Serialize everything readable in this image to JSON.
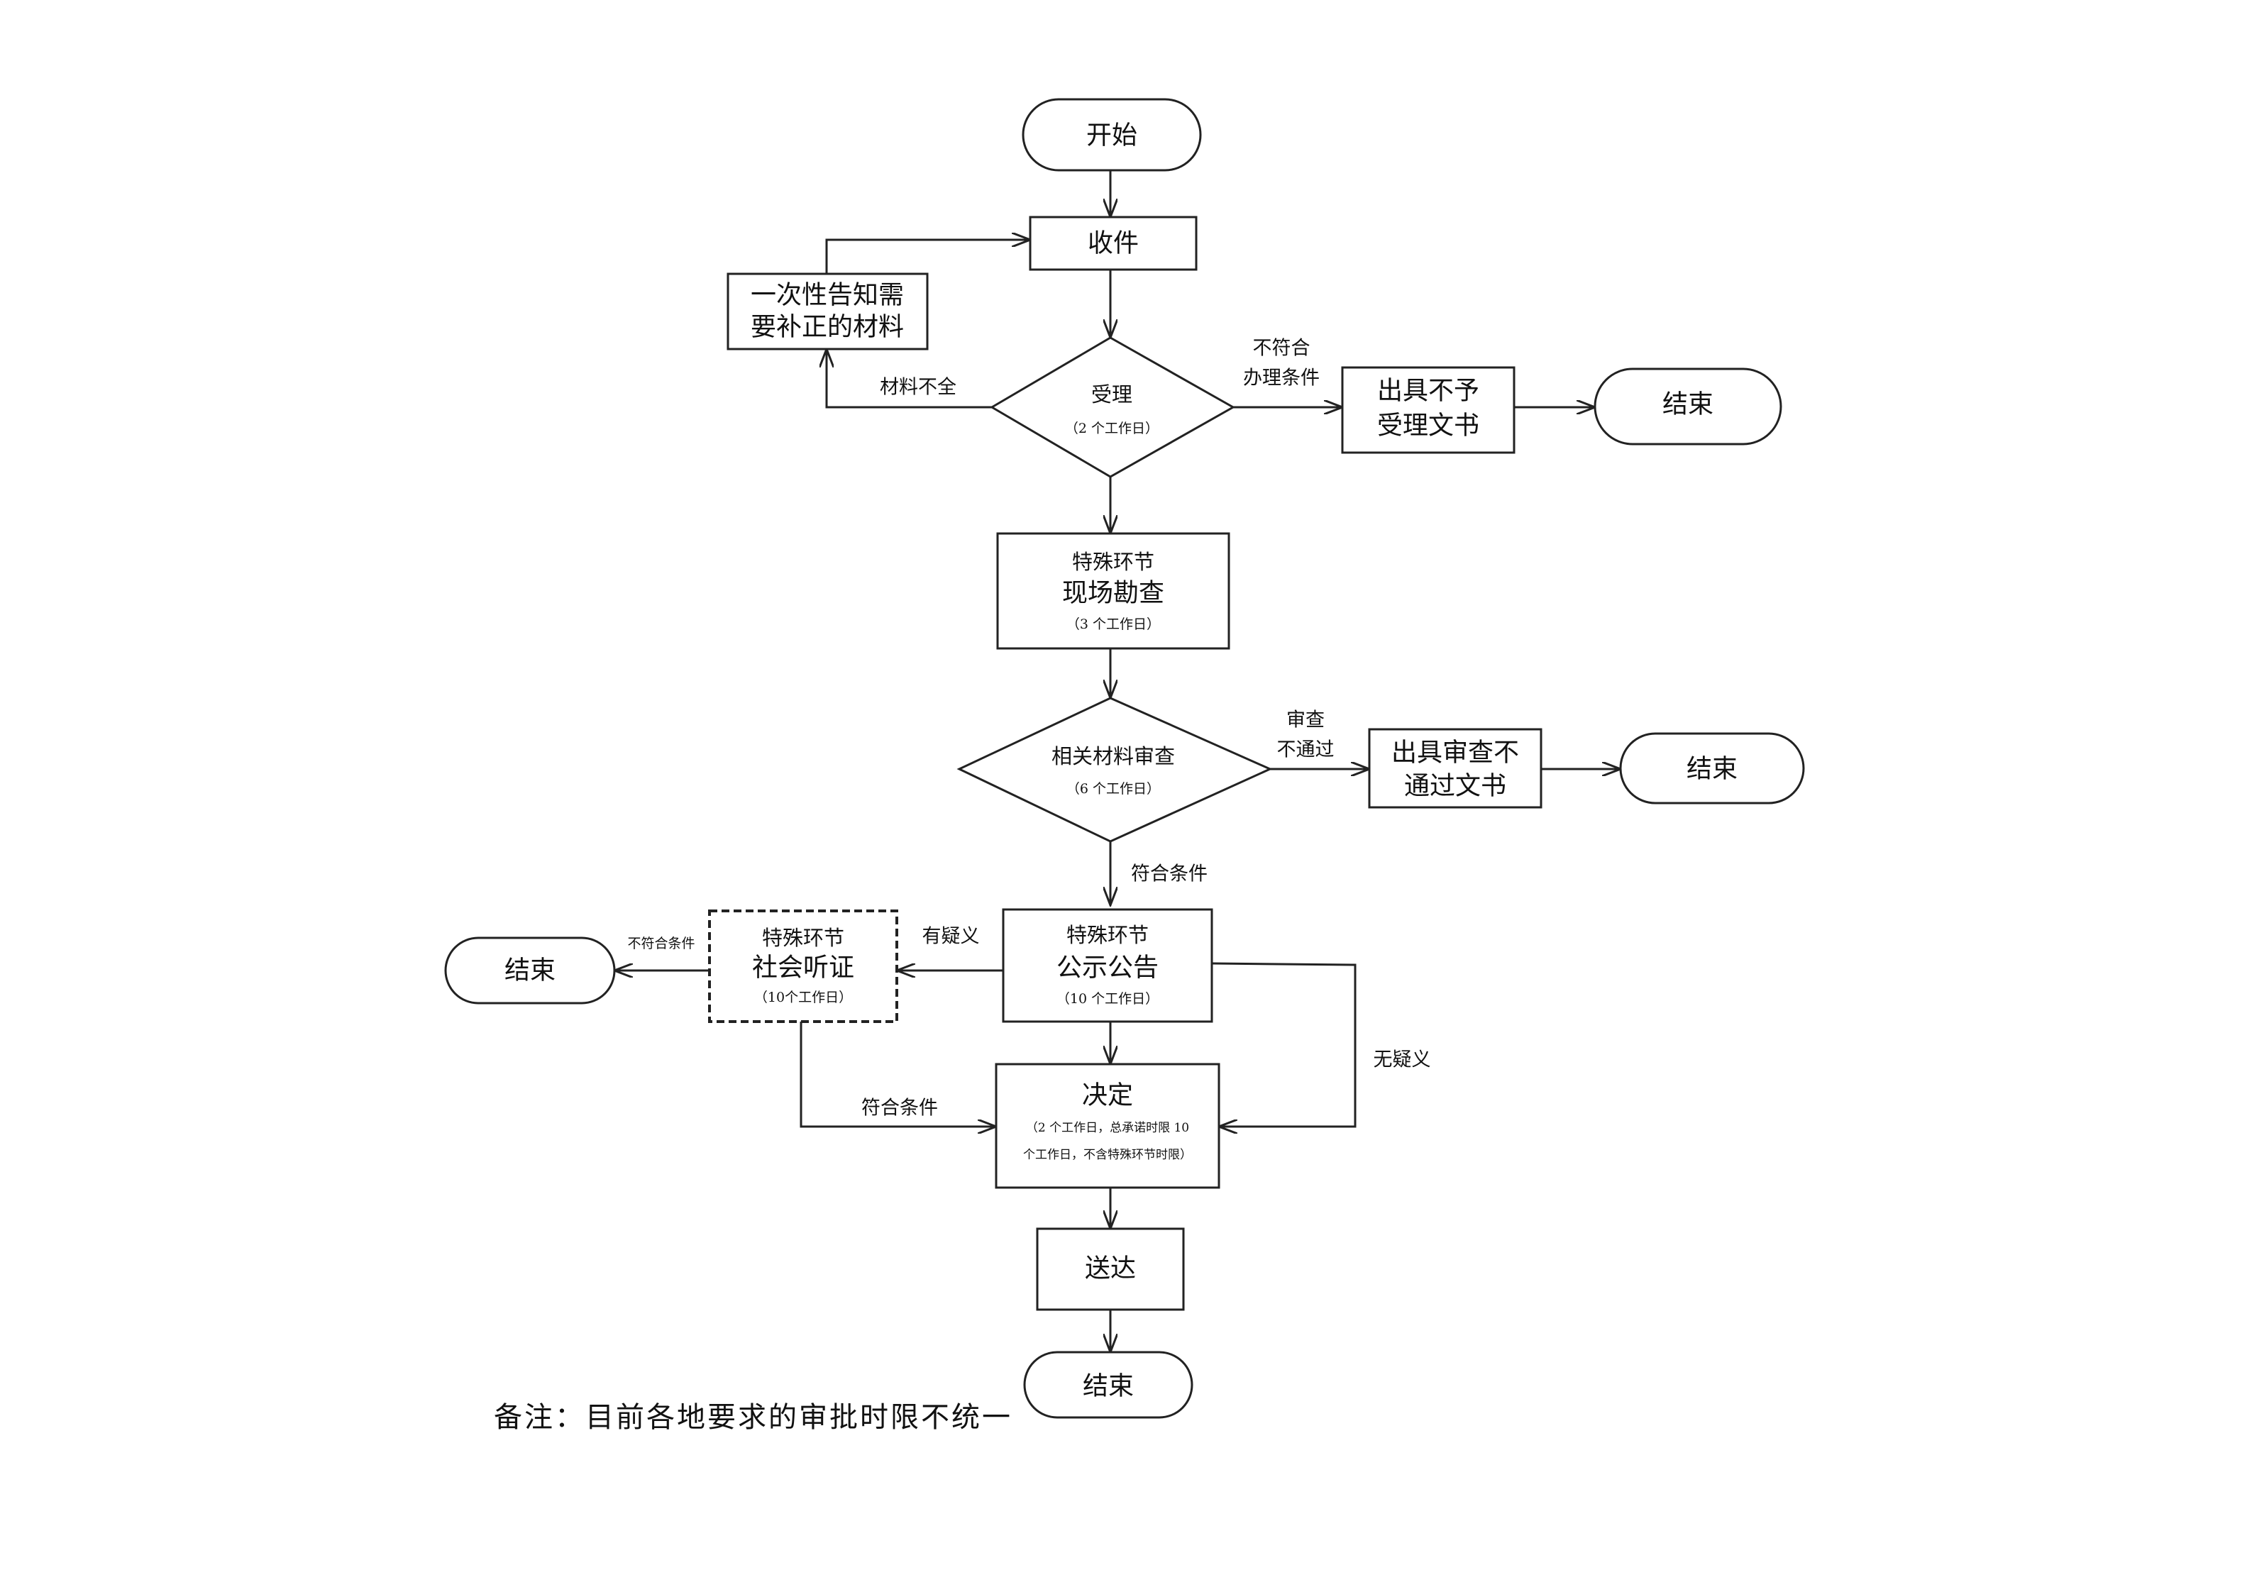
{
  "nodes": {
    "start": "开始",
    "receive": "收件",
    "notify_l1": "一次性告知需",
    "notify_l2": "要补正的材料",
    "accept": "受理",
    "accept_time": "（2 个工作日）",
    "reject_doc_l1": "出具不予",
    "reject_doc_l2": "受理文书",
    "end1": "结束",
    "site_tag": "特殊环节",
    "site": "现场勘查",
    "site_time": "（3 个工作日）",
    "review": "相关材料审查",
    "review_time": "（6 个工作日）",
    "fail_doc_l1": "出具审查不",
    "fail_doc_l2": "通过文书",
    "end2": "结束",
    "publish_tag": "特殊环节",
    "publish": "公示公告",
    "publish_time": "（10 个工作日）",
    "hearing_tag": "特殊环节",
    "hearing": "社会听证",
    "hearing_time": "（10个工作日）",
    "end3": "结束",
    "decide": "决定",
    "decide_time_l1": "（2 个工作日，总承诺时限 10",
    "decide_time_l2": "个工作日，不含特殊环节时限）",
    "deliver": "送达",
    "end4": "结束"
  },
  "edges": {
    "incomplete": "材料不全",
    "not_qualified_l1": "不符合",
    "not_qualified_l2": "办理条件",
    "fail_l1": "审查",
    "fail_l2": "不通过",
    "qualified": "符合条件",
    "objection": "有疑义",
    "hearing_not_qualified": "不符合条件",
    "hearing_qualified": "符合条件",
    "no_objection": "无疑义"
  },
  "footer": {
    "note": "备注：目前各地要求的审批时限不统一"
  }
}
